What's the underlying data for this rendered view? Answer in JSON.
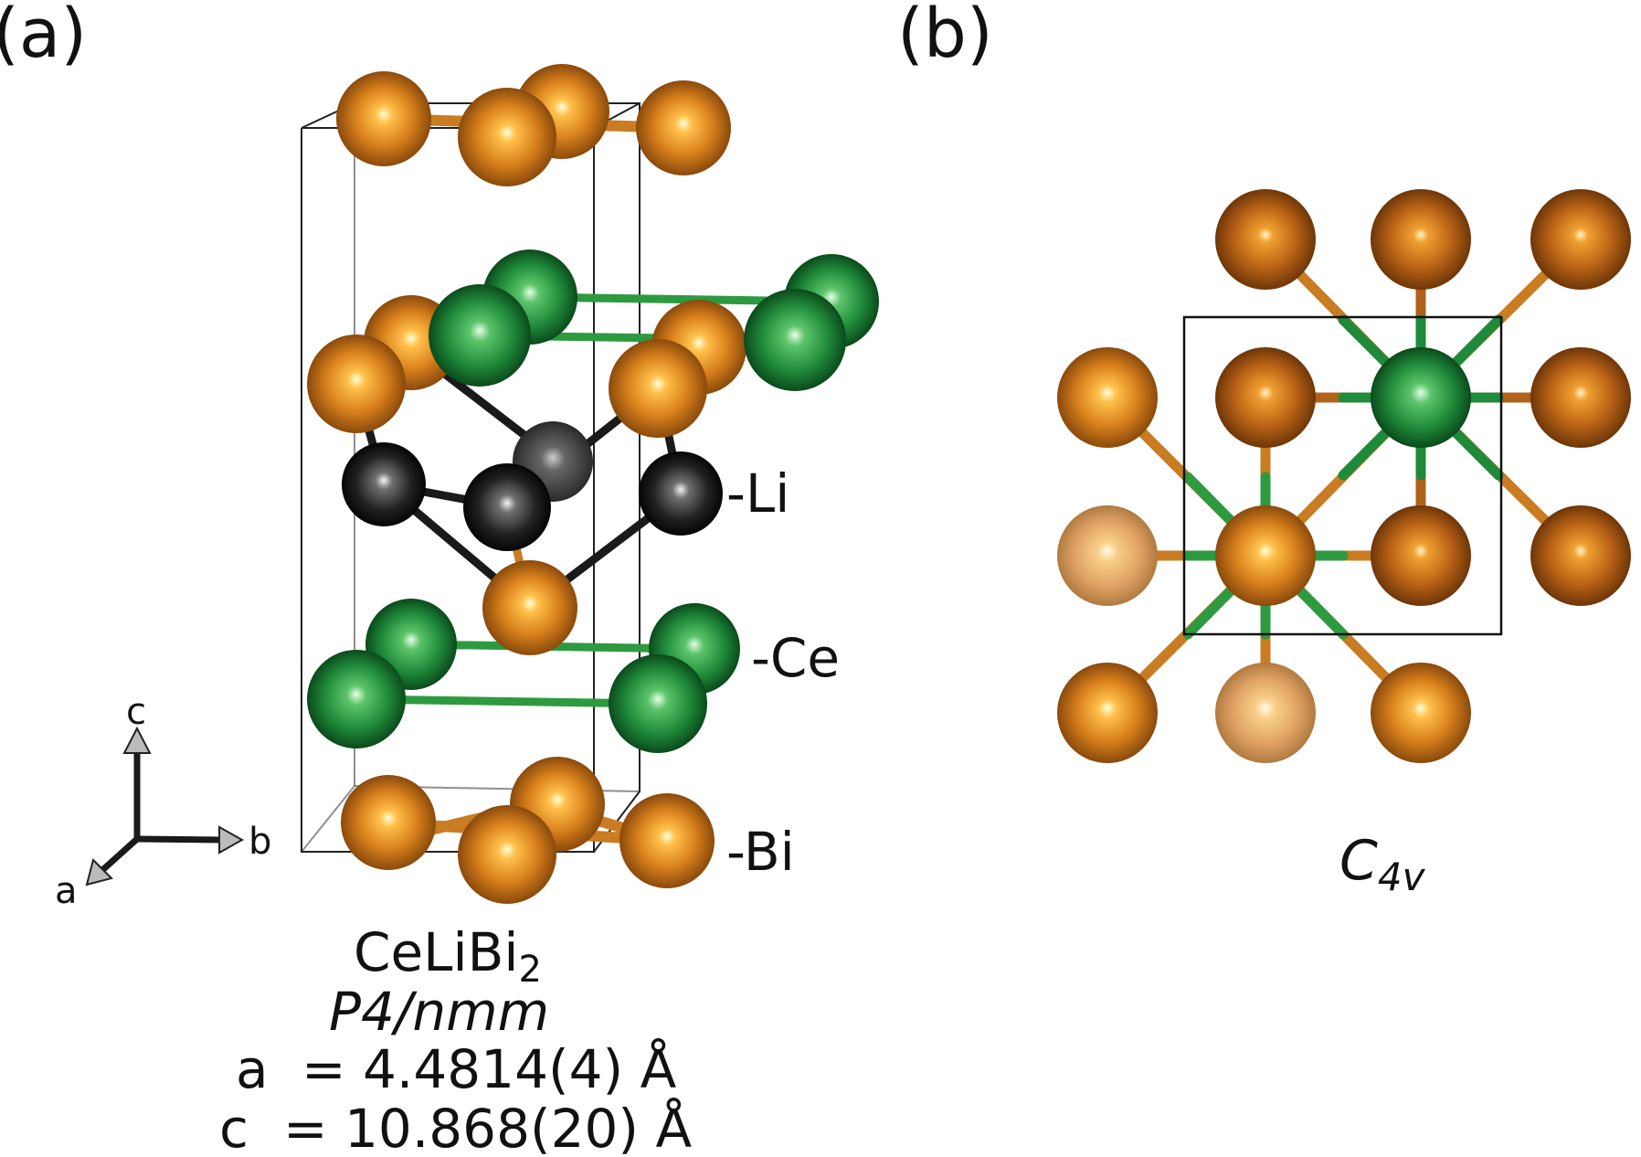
{
  "panel_a": {
    "label": "(a)",
    "species_labels": {
      "li": "-Li",
      "ce": "-Ce",
      "bi": "-Bi"
    },
    "axes": {
      "c": "c",
      "b": "b",
      "a": "a"
    },
    "formula": {
      "main": "CeLiBi",
      "sub": "2"
    },
    "space_group": "P4/nmm",
    "lattice_a": {
      "name": "a",
      "value": "= 4.4814(4) Å"
    },
    "lattice_c": {
      "name": "c",
      "value": "= 10.868(20) Å"
    }
  },
  "panel_b": {
    "label": "(b)",
    "symmetry": {
      "main": "C",
      "sub": "4v"
    }
  },
  "colors": {
    "bi": "#d4821e",
    "ce": "#1f8a3a",
    "li": "#1a1a1a",
    "cell_edge": "#222222"
  }
}
